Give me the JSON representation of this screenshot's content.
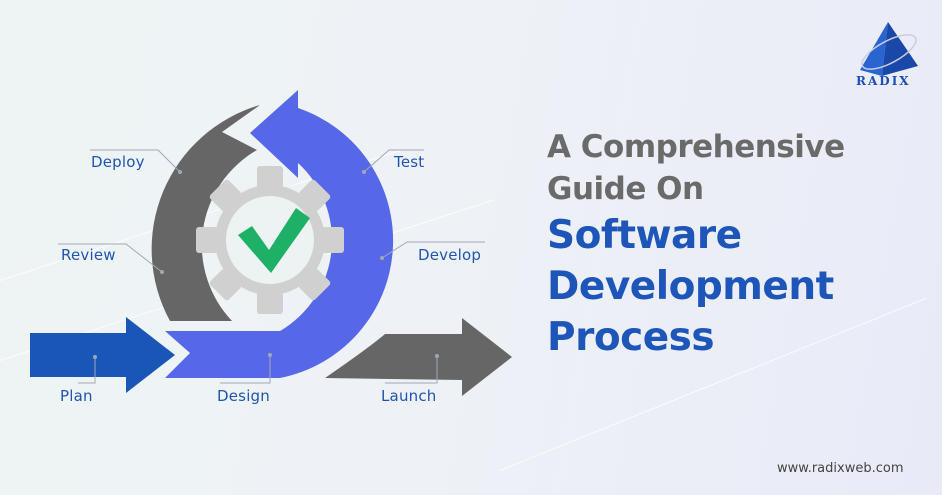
{
  "brand": {
    "logo_text": "RADIX",
    "website": "www.radixweb.com"
  },
  "title": {
    "line1": "A Comprehensive",
    "line2": "Guide On",
    "line3": "Software",
    "line4": "Development",
    "line5": "Process"
  },
  "diagram": {
    "stages": [
      {
        "label": "Plan"
      },
      {
        "label": "Design"
      },
      {
        "label": "Develop"
      },
      {
        "label": "Test"
      },
      {
        "label": "Deploy"
      },
      {
        "label": "Review"
      },
      {
        "label": "Launch"
      }
    ],
    "center_icon": "gear-checkmark-icon"
  },
  "colors": {
    "primary_blue": "#1d55b8",
    "loop_blue": "#5668e8",
    "gray": "#666666",
    "gear": "#d0d0d0",
    "check": "#1fb067",
    "title_gray": "#6a6a6a"
  }
}
